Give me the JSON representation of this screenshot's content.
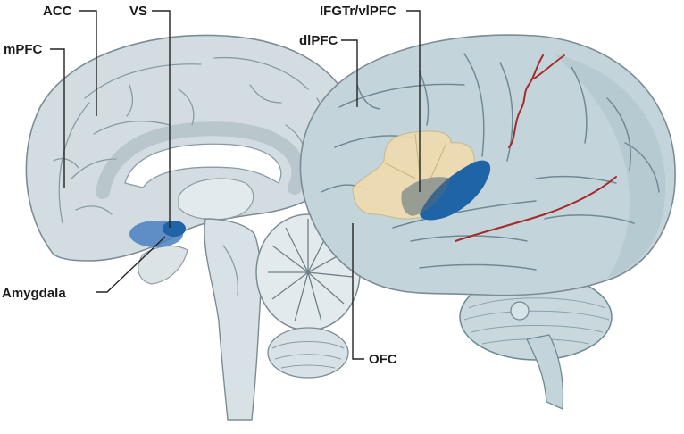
{
  "labels": {
    "acc": "ACC",
    "vs": "VS",
    "mpfc": "mPFC",
    "amygdala": "Amygdala",
    "ifgtr": "IFGTr/vlPFC",
    "dlpfc": "dlPFC",
    "ofc": "OFC"
  },
  "colors": {
    "medial_fill": "#d3dde1",
    "lateral_fill": "#c3d5da",
    "highlight_tan": "#f1dcae",
    "highlight_blue": "#1e64a6",
    "amygdala_blue": "#4a7fc0",
    "artery_red": "#a52a2a"
  }
}
